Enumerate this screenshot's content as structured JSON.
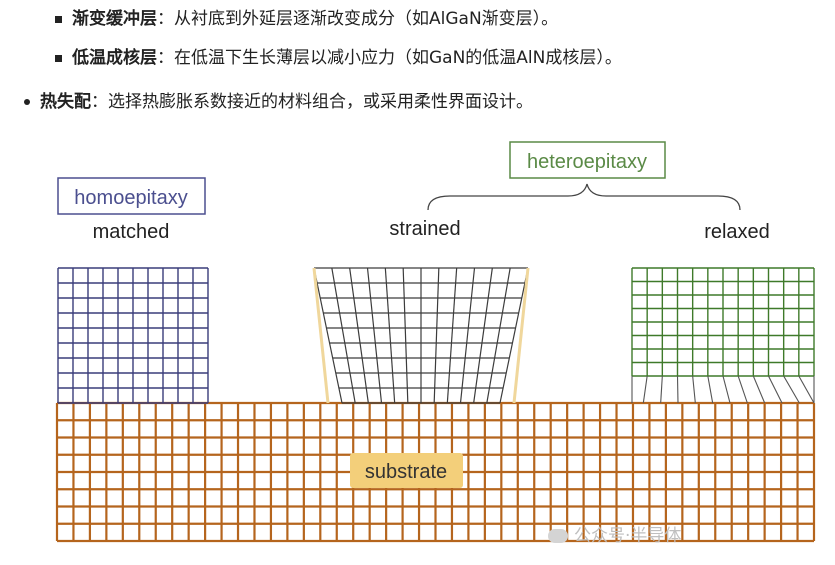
{
  "bullets": [
    {
      "term": "渐变缓冲层",
      "sep": "：",
      "text": "从衬底到外延层逐渐改变成分（如AlGaN渐变层）。"
    },
    {
      "term": "低温成核层",
      "sep": "：",
      "text": "在低温下生长薄层以减小应力（如GaN的低温AlN成核层）。"
    },
    {
      "term": "热失配",
      "sep": "：",
      "text": "选择热膨胀系数接近的材料组合，或采用柔性界面设计。"
    }
  ],
  "diagram": {
    "homoepitaxy_label": "homoepitaxy",
    "heteroepitaxy_label": "heteroepitaxy",
    "matched_label": "matched",
    "strained_label": "strained",
    "relaxed_label": "relaxed",
    "substrate_label": "substrate",
    "colors": {
      "matched": "#3a3d7a",
      "strained_top": "#3c3c3c",
      "strained_light": "#f0d79c",
      "relaxed": "#3f7a2a",
      "substrate": "#b5651d",
      "substrate_label_bg": "#f3cf7a",
      "box_homo": "#4b4f8f",
      "box_hetero": "#5a8a46"
    }
  },
  "watermark": "公众号·半导体"
}
